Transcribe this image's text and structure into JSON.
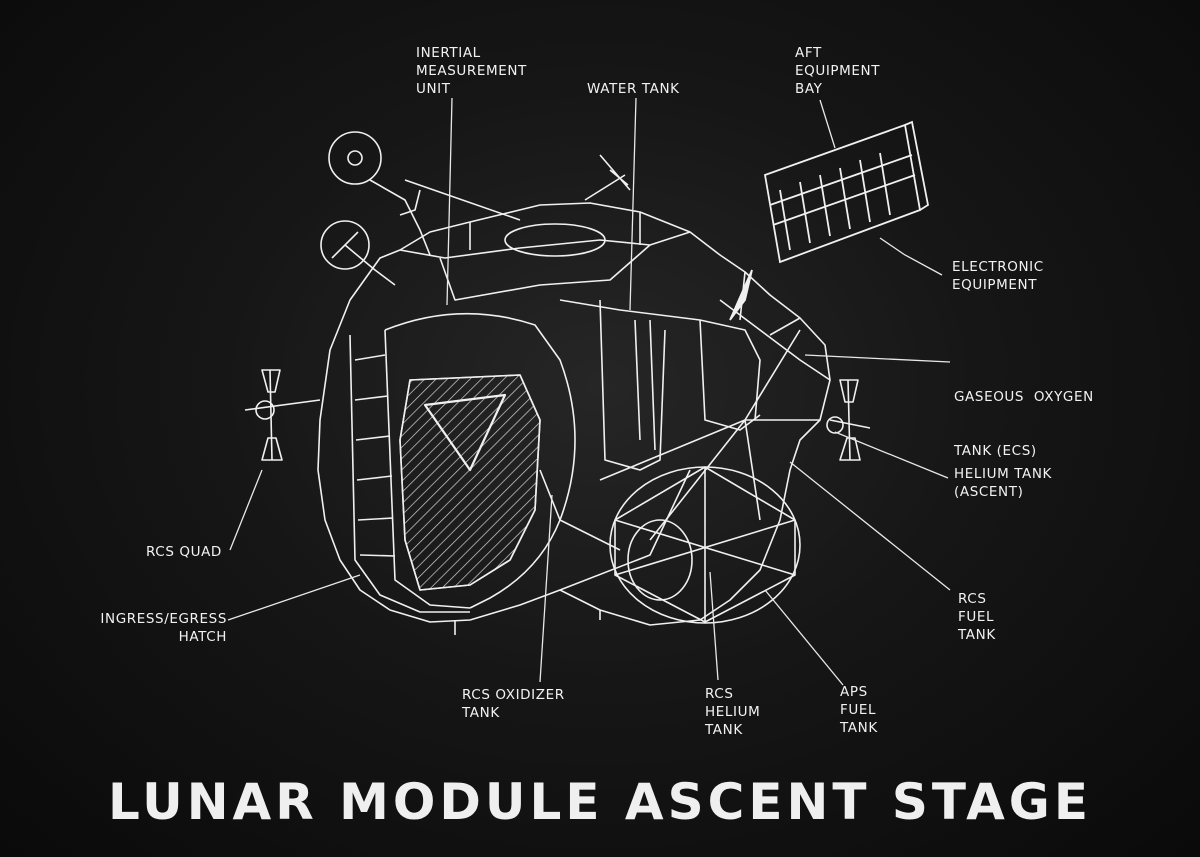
{
  "title": "LUNAR MODULE ASCENT STAGE",
  "colors": {
    "background": "#141414",
    "ink": "#f2f2f2"
  },
  "labels": {
    "inertial_measurement_unit": [
      "INERTIAL",
      "MEASUREMENT",
      "UNIT"
    ],
    "water_tank": [
      "WATER TANK"
    ],
    "aft_equipment_bay": [
      "AFT",
      "EQUIPMENT",
      "BAY"
    ],
    "electronic_equipment": [
      "ELECTRONIC",
      "EQUIPMENT"
    ],
    "gaseous_oxygen_tank": [
      "GASEOUS  OXYGEN",
      "TANK (ECS)"
    ],
    "helium_tank_ascent": [
      "HELIUM TANK",
      "(ASCENT)"
    ],
    "rcs_fuel_tank": [
      "RCS",
      "FUEL",
      "TANK"
    ],
    "aps_fuel_tank": [
      "APS",
      "FUEL",
      "TANK"
    ],
    "rcs_helium_tank": [
      "RCS",
      "HELIUM",
      "TANK"
    ],
    "rcs_oxidizer_tank": [
      "RCS OXIDIZER",
      "TANK"
    ],
    "ingress_egress_hatch": [
      "INGRESS/EGRESS",
      "HATCH"
    ],
    "rcs_quad": [
      "RCS QUAD"
    ]
  }
}
